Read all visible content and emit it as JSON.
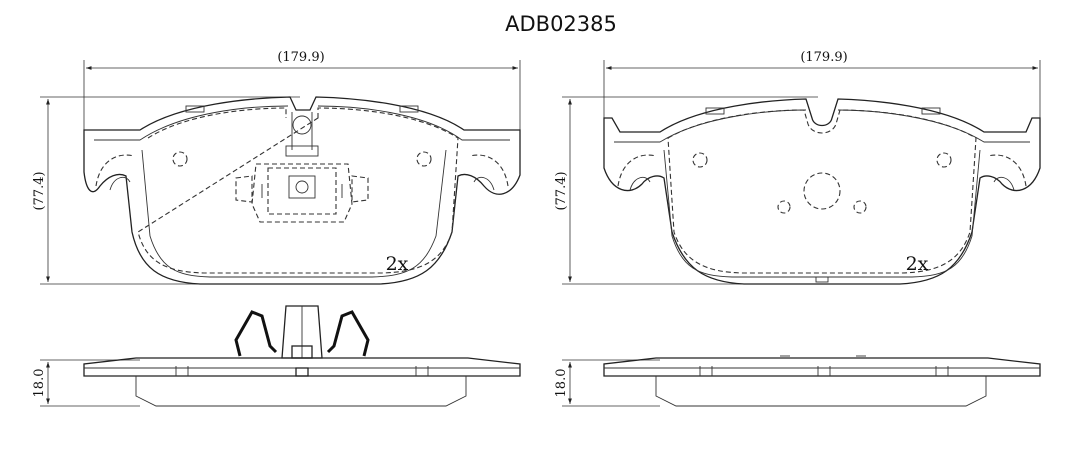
{
  "title": "ADB02385",
  "left_pad": {
    "width_label": "(179.9)",
    "height_label": "(77.4)",
    "qty_label": "2x",
    "thickness_label": "18.0"
  },
  "right_pad": {
    "width_label": "(179.9)",
    "height_label": "(77.4)",
    "qty_label": "2x",
    "thickness_label": "18.0"
  }
}
